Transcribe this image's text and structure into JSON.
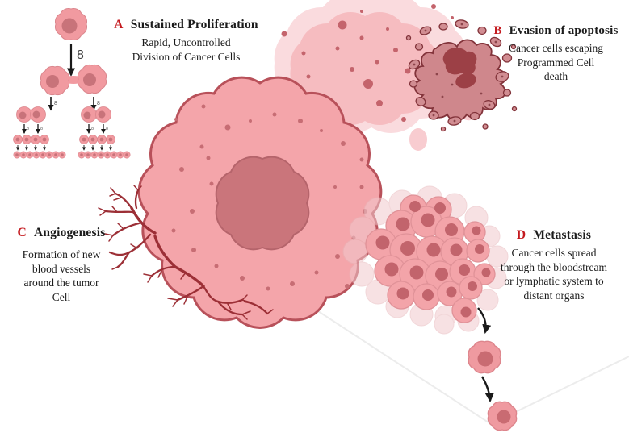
{
  "sections": {
    "a": {
      "letter": "A",
      "heading": "Sustained Proliferation",
      "line1": "Rapid, Uncontrolled",
      "line2": "Division of Cancer Cells"
    },
    "b": {
      "letter": "B",
      "heading": "Evasion of apoptosis",
      "line1": "Cancer cells escaping",
      "line2": "Programmed Cell",
      "line3": "death"
    },
    "c": {
      "letter": "C",
      "heading": "Angiogenesis",
      "line1": "Formation of new",
      "line2": "blood vessels",
      "line3": "around the tumor",
      "line4": "Cell"
    },
    "d": {
      "letter": "D",
      "heading": "Metastasis",
      "line1": "Cancer cells spread",
      "line2": "through the bloodstream",
      "line3": "or lymphatic system to",
      "line4": "distant organs"
    }
  },
  "annotations": {
    "division_rate_label": "8"
  },
  "colors": {
    "label_red": "#c41a1f",
    "text": "#1b1b1b",
    "cell_pink": "#f4a5aa",
    "cell_outline": "#b8515a",
    "nucleus_rose": "#ca757b",
    "vessel_red": "#9c2f36",
    "apoptosis_rose": "#cf878c",
    "apoptosis_dark": "#9c4046",
    "mass_light_pink": "#f6bcc0",
    "background": "#ffffff"
  }
}
